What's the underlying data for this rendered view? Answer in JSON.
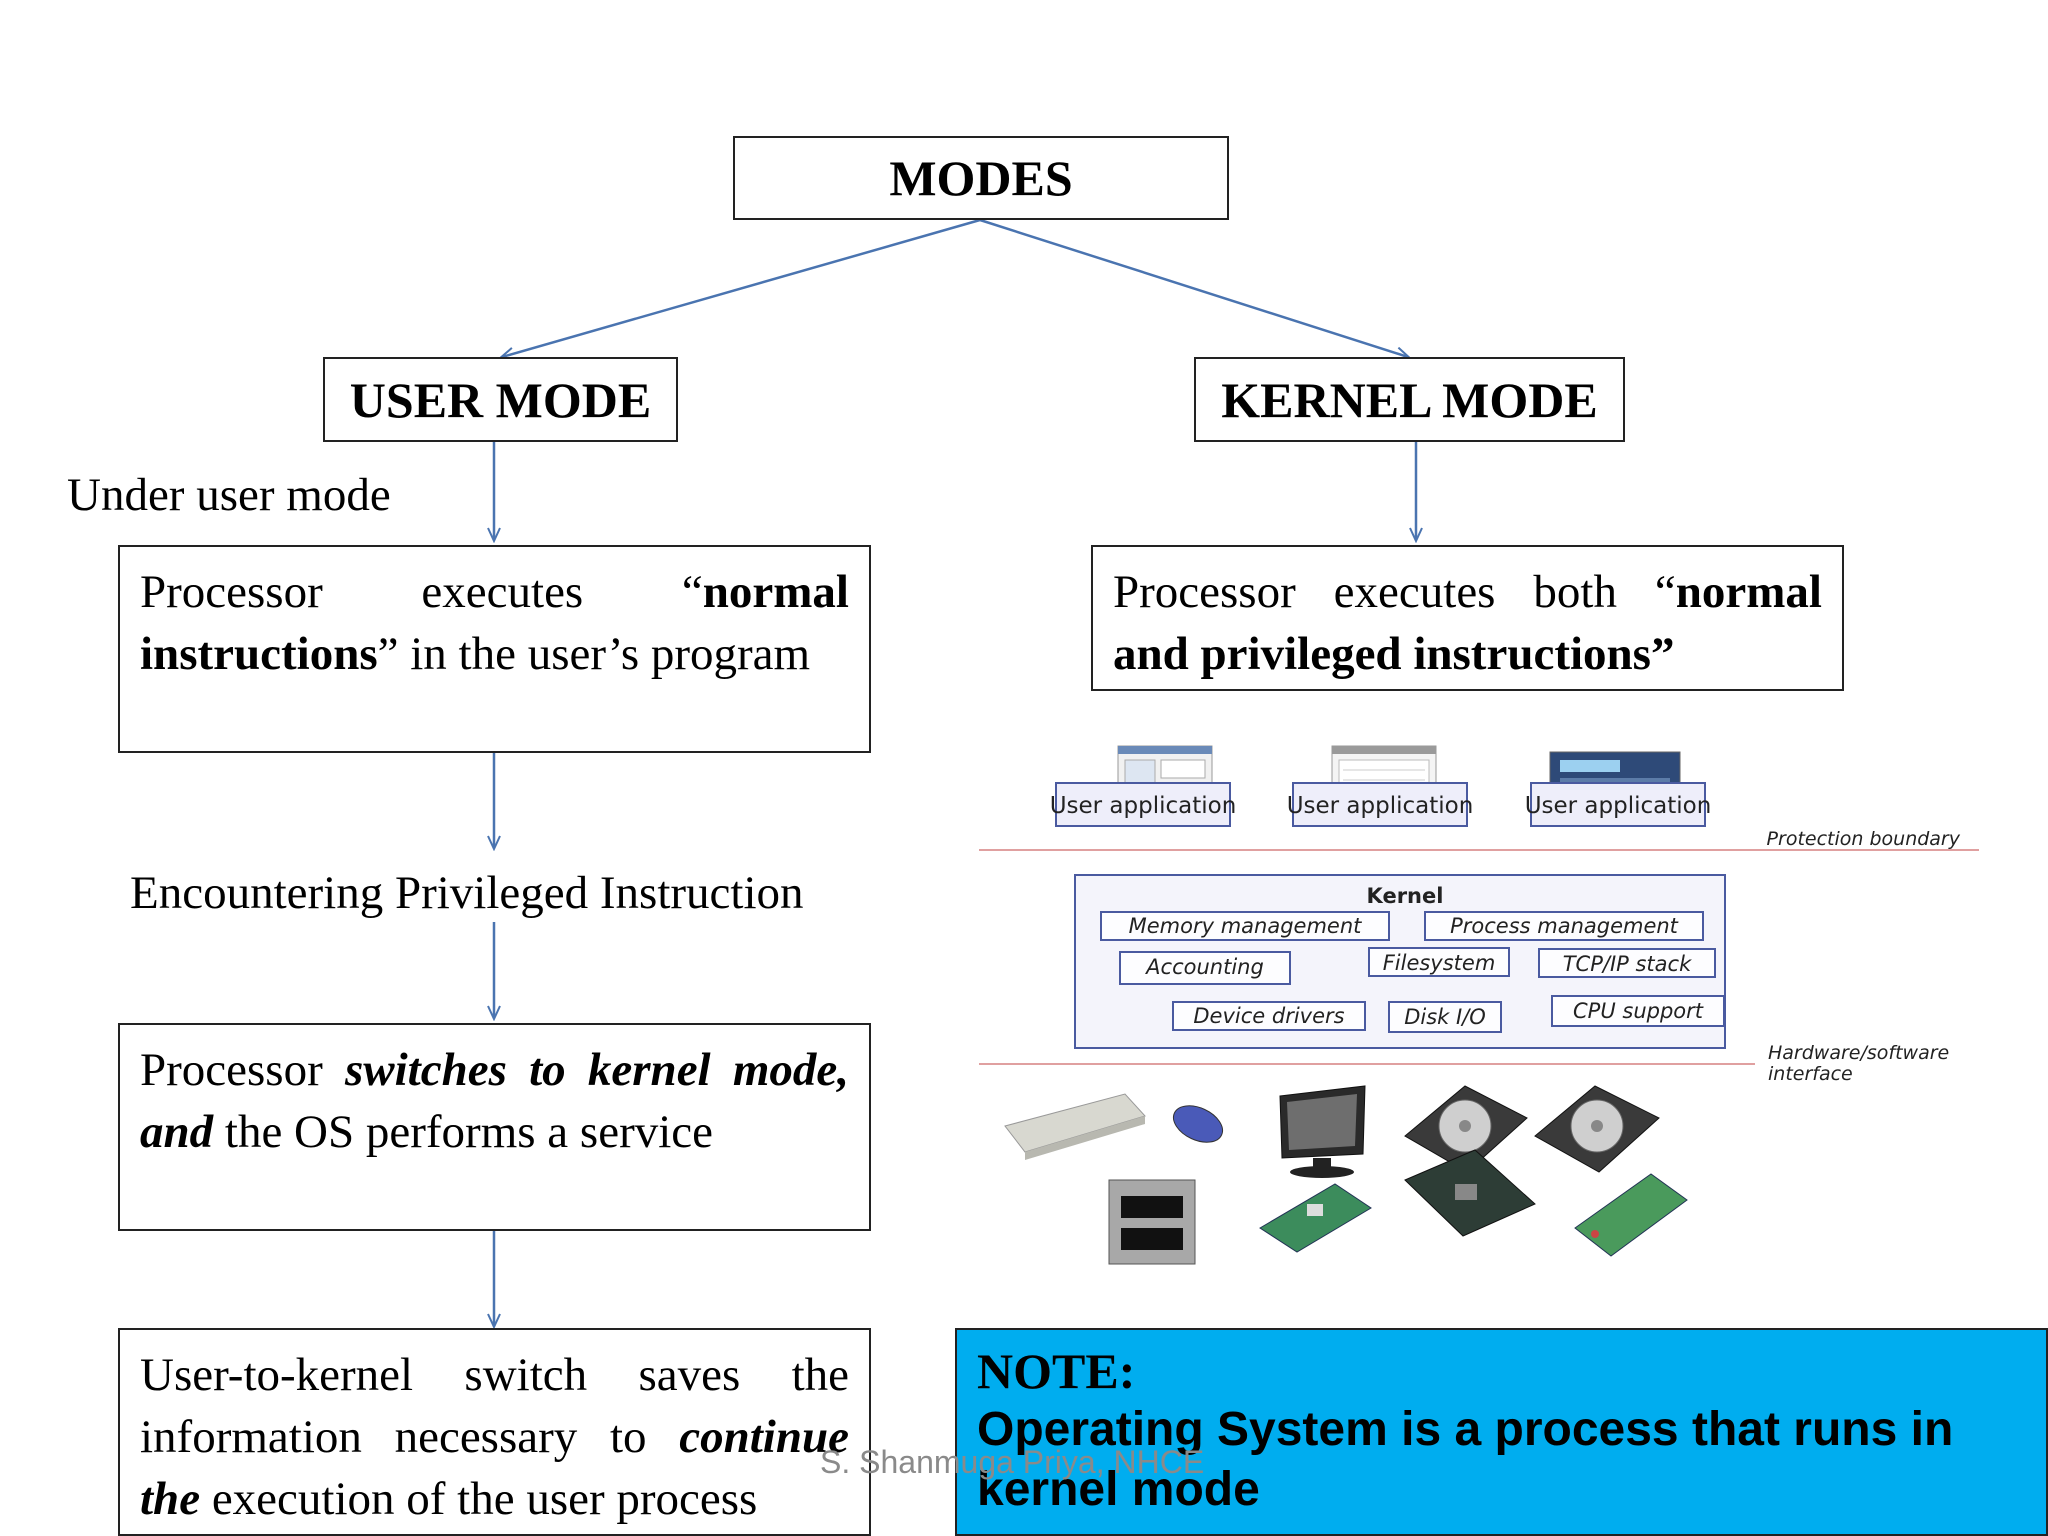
{
  "modes": {
    "title": "MODES"
  },
  "user_mode": {
    "title": "USER MODE",
    "caption": "Under user mode",
    "step1": {
      "a": "Processor executes “",
      "b": "normal instructions",
      "c": "” in the user’s program"
    },
    "step2": "Encountering Privileged Instruction",
    "step3": {
      "a": "Processor ",
      "b": "switches to kernel mode, and",
      "c": " the OS performs a service"
    },
    "step4": {
      "a": "User-to-kernel switch saves the information necessary to ",
      "b": "continue the",
      "c": " execution of the user process"
    }
  },
  "kernel_mode": {
    "title": "KERNEL MODE",
    "desc": {
      "a": "Processor executes both “",
      "b": "normal and privileged instructions”"
    }
  },
  "kernel_diagram": {
    "user_apps": [
      "User application",
      "User application",
      "User application"
    ],
    "protection_boundary": "Protection boundary",
    "kernel_label": "Kernel",
    "kernel_components": [
      "Memory management",
      "Process management",
      "Accounting",
      "Filesystem",
      "TCP/IP stack",
      "Device drivers",
      "Disk I/O",
      "CPU support"
    ],
    "hw_interface_1": "Hardware/software",
    "hw_interface_2": "interface"
  },
  "note": {
    "title": "NOTE:",
    "body": "Operating System is a process that runs in kernel mode"
  },
  "watermark": "S. Shanmuga Priya, NHCE",
  "colors": {
    "arrow": "#4a74b0",
    "note_bg": "#00adef",
    "boundary": "#e0a0a0"
  }
}
